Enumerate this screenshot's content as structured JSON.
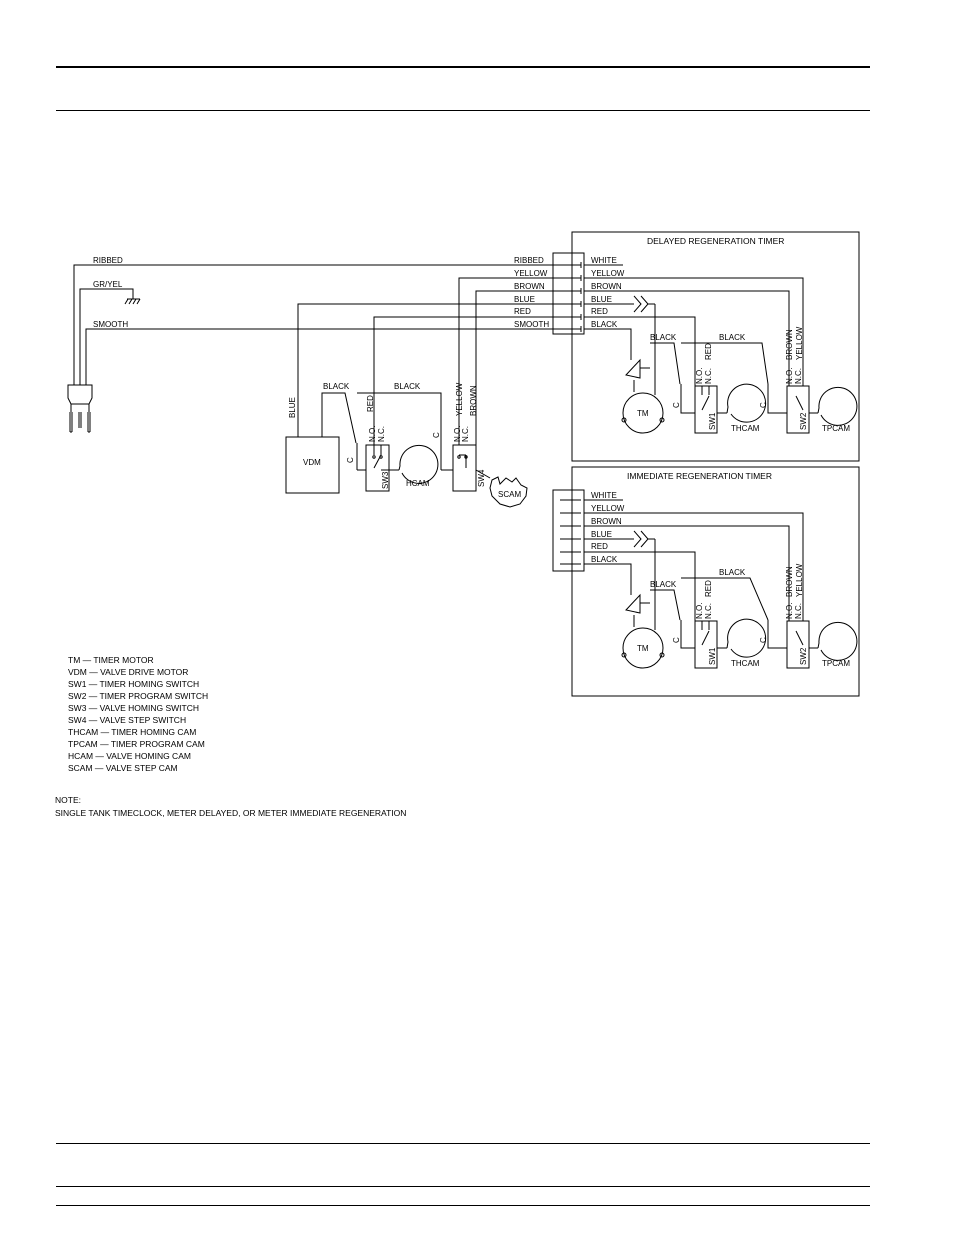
{
  "power_cord": {
    "wires": [
      "RIBBED",
      "GR/YEL",
      "SMOOTH"
    ]
  },
  "delayed_timer": {
    "title": "DELAYED REGENERATION TIMER",
    "connector_left": [
      "RIBBED",
      "YELLOW",
      "BROWN",
      "BLUE",
      "RED",
      "SMOOTH"
    ],
    "connector_right": [
      "WHITE",
      "YELLOW",
      "BROWN",
      "BLUE",
      "RED",
      "BLACK"
    ],
    "black_wire_1": "BLACK",
    "black_wire_2": "BLACK",
    "sw1_red": "RED",
    "sw2_brown": "BROWN",
    "sw2_yellow": "YELLOW",
    "tm": "TM",
    "sw1": "SW1",
    "sw2": "SW2",
    "thcam": "THCAM",
    "tpcam": "TPCAM",
    "no": "N.O.",
    "nc": "N.C.",
    "c": "C"
  },
  "immediate_timer": {
    "title": "IMMEDIATE REGENERATION TIMER",
    "connector_right": [
      "WHITE",
      "YELLOW",
      "BROWN",
      "BLUE",
      "RED",
      "BLACK"
    ],
    "black_wire_1": "BLACK",
    "black_wire_2": "BLACK",
    "sw1_red": "RED",
    "sw2_brown": "BROWN",
    "sw2_yellow": "YELLOW",
    "tm": "TM",
    "sw1": "SW1",
    "sw2": "SW2",
    "thcam": "THCAM",
    "tpcam": "TPCAM",
    "no": "N.O.",
    "nc": "N.C.",
    "c": "C"
  },
  "valve": {
    "vdm": "VDM",
    "blue": "BLUE",
    "black_1": "BLACK",
    "black_2": "BLACK",
    "sw3_red": "RED",
    "sw4_yellow": "YELLOW",
    "sw4_brown": "BROWN",
    "sw3": "SW3",
    "sw4": "SW4",
    "hcam": "HCAM",
    "scam": "SCAM",
    "no": "N.O.",
    "nc": "N.C.",
    "c": "C"
  },
  "legend": [
    "TM — TIMER MOTOR",
    "VDM — VALVE DRIVE MOTOR",
    "SW1 — TIMER HOMING SWITCH",
    "SW2 — TIMER PROGRAM SWITCH",
    "SW3 — VALVE HOMING SWITCH",
    "SW4 — VALVE STEP SWITCH",
    "THCAM — TIMER HOMING CAM",
    "TPCAM — TIMER PROGRAM CAM",
    "HCAM — VALVE HOMING CAM",
    "SCAM — VALVE STEP CAM"
  ],
  "note": {
    "label": "NOTE:",
    "text": "SINGLE TANK TIMECLOCK, METER DELAYED, OR METER IMMEDIATE REGENERATION"
  }
}
